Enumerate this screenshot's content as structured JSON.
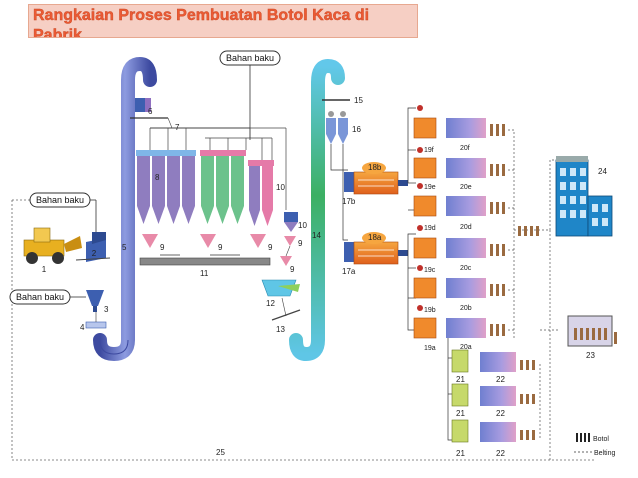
{
  "title": "Rangkaian Proses Pembuatan Botol Kaca di Pabrik",
  "raw_material_label": "Bahan baku",
  "numbers": {
    "n1": "1",
    "n2": "2",
    "n3": "3",
    "n4": "4",
    "n5": "5",
    "n6": "6",
    "n7": "7",
    "n8": "8",
    "n9a": "9",
    "n9b": "9",
    "n9c": "9",
    "n9d": "9",
    "n9e": "9",
    "n10a": "10",
    "n10b": "10",
    "n11": "11",
    "n12": "12",
    "n13": "13",
    "n14": "14",
    "n15": "15",
    "n16": "16",
    "n17a": "17a",
    "n17b": "17b",
    "n18a": "18a",
    "n18b": "18b",
    "n19a": "19a",
    "n19b": "19b",
    "n19c": "19c",
    "n19d": "19d",
    "n19e": "19e",
    "n19f": "19f",
    "n20a": "20a",
    "n20b": "20b",
    "n20c": "20c",
    "n20d": "20d",
    "n20e": "20e",
    "n20f": "20f",
    "n21a": "21",
    "n21b": "21",
    "n21c": "21",
    "n22a": "22",
    "n22b": "22",
    "n22c": "22",
    "n23": "23",
    "n24": "24",
    "n25": "25"
  },
  "legend": {
    "bottle": "Botol",
    "belting": "Belting"
  },
  "colors": {
    "title_bg": "#f6cfc4",
    "title_text": "#ec5a34",
    "column_blue": "#5f6fc0",
    "column_green": "#3aa860",
    "silo_purple": "#8f7dbf",
    "silo_green": "#6cc28c",
    "silo_pink": "#e57aa8",
    "furnace_orange": "#f08a2c",
    "lehr_blue": "#4f6fb8",
    "building_blue": "#1f86c8"
  }
}
